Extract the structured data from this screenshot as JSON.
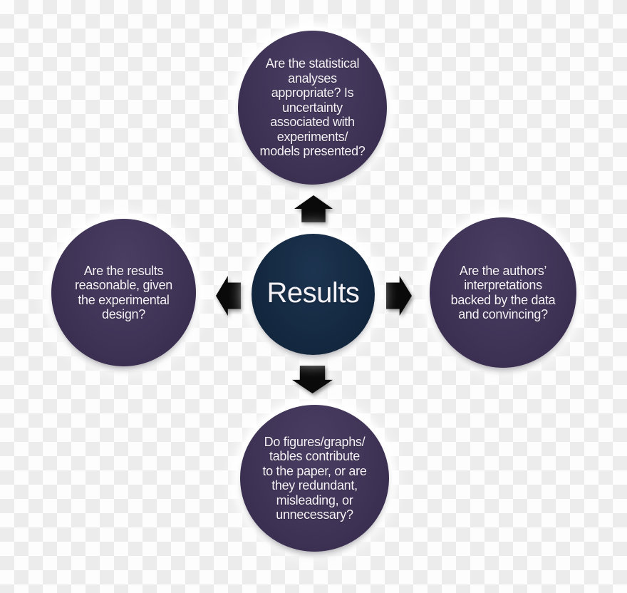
{
  "background": {
    "checker_light": "#fdfdfd",
    "checker_dark": "#ececec"
  },
  "colors": {
    "node_fill": "#3f3356",
    "node_fill_light": "#4a3e63",
    "node_fill_dark": "#362a4b",
    "center_fill": "#142941",
    "center_fill_light": "#1d3450",
    "center_fill_dark": "#0f2238",
    "arrow": "#0a0a0a",
    "text": "#f4f2f6"
  },
  "center": {
    "label": "Results"
  },
  "nodes": {
    "top": {
      "lines": [
        "Are the statistical",
        "analyses",
        "appropriate? Is",
        "uncertainty",
        "associated with",
        "experiments/",
        "models presented?"
      ]
    },
    "left": {
      "lines": [
        "Are the results",
        "reasonable, given",
        "the experimental",
        "design?"
      ]
    },
    "right": {
      "lines": [
        "Are the authors’",
        "interpretations",
        "backed by the data",
        "and convincing?"
      ]
    },
    "bottom": {
      "lines": [
        "Do figures/graphs/",
        "tables contribute",
        "to the paper, or are",
        "they redundant,",
        "misleading, or",
        "unnecessary?"
      ]
    }
  },
  "arrows": {
    "directions": [
      "up",
      "left",
      "right",
      "down"
    ]
  }
}
